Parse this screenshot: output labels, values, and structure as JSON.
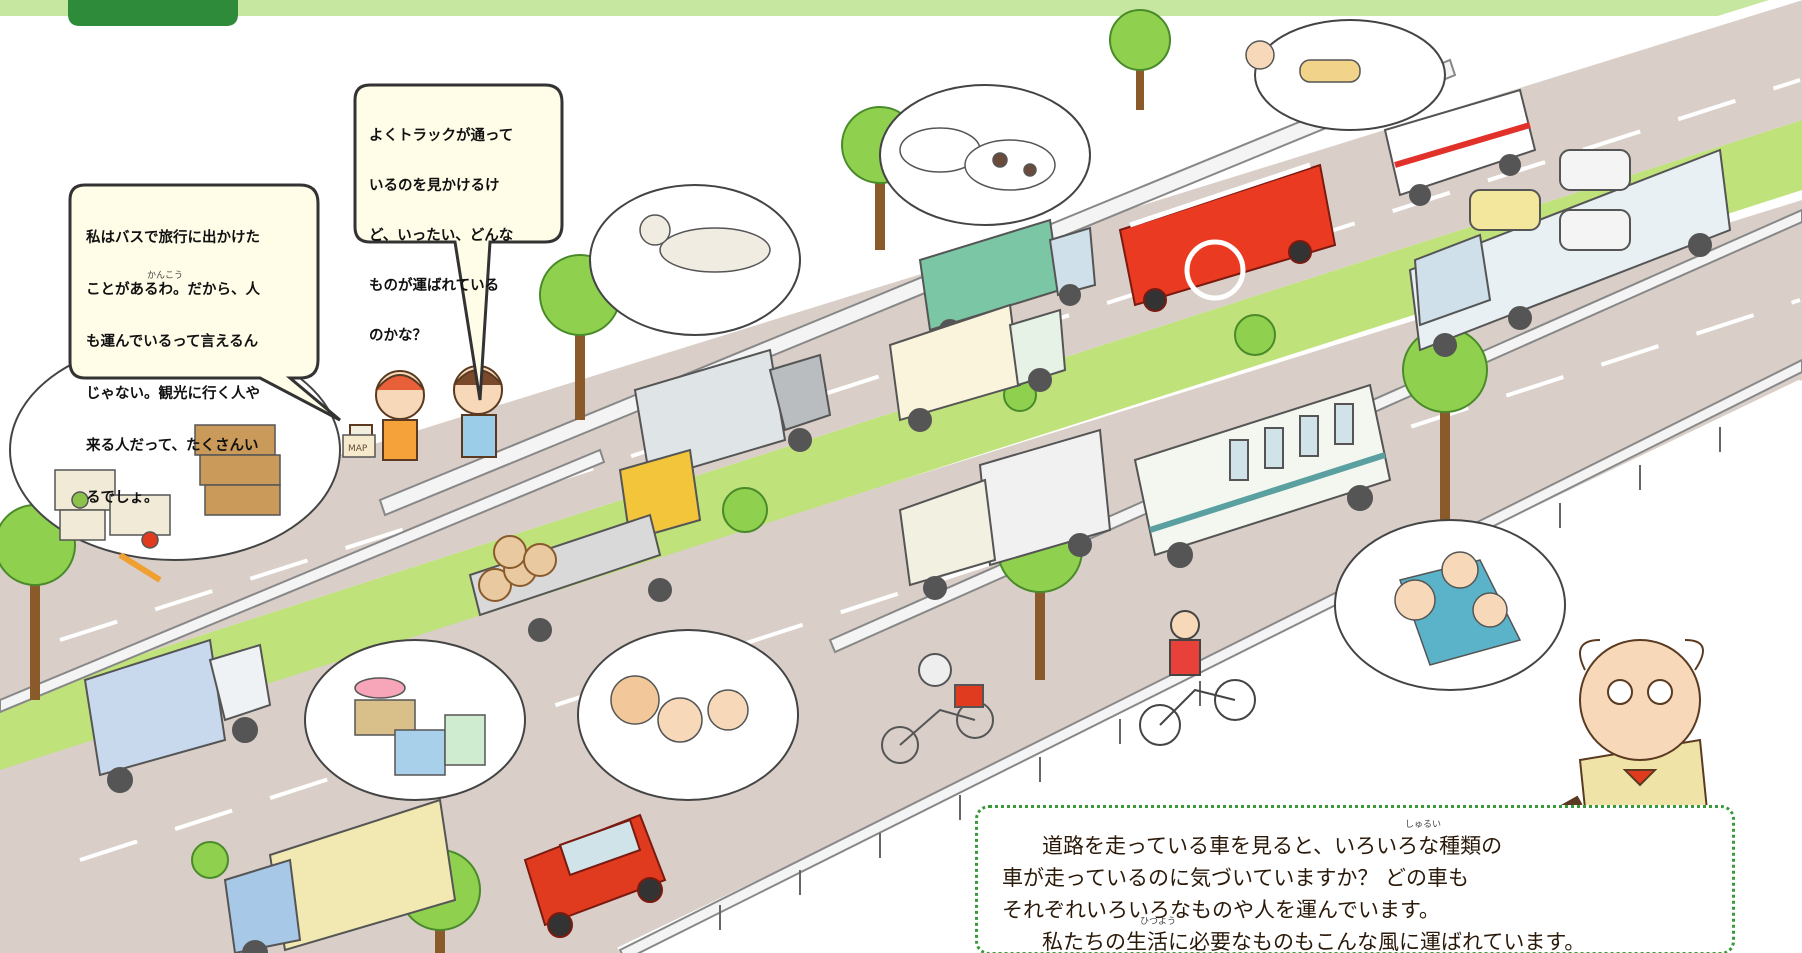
{
  "speech": {
    "girl": "私はバスで旅行に出かけたことがあるわ。だから、人も運んでいるって言えるんじゃない。観光に行く人や来る人だって、たくさんいるでしょ。",
    "boy": "よくトラックが通っているのを見かけるけど、いったい、どんなものが運ばれているのかな？"
  },
  "speech_lines": {
    "girl": [
      "私はバスで旅行に出かけた",
      "ことがあるわ。だから、人",
      "も運んでいるって言えるん",
      "じゃない。観光に行く人や",
      "来る人だって、たくさんい",
      "るでしょ。"
    ],
    "boy": [
      "よくトラックが通って",
      "いるのを見かけるけ",
      "ど、いったい、どんな",
      "ものが運ばれている",
      "のかな？"
    ]
  },
  "ruby": {
    "kanko": "かんこう",
    "shurui": "しゅるい",
    "hitsuyo": "ひつよう"
  },
  "map_label": "MAP",
  "note": {
    "lines": [
      "道路を走っている車を見ると、いろいろな種類の",
      "車が走っているのに気づいていますか？ どの車も",
      "それぞれいろいろなものや人を運んでいます。",
      "私たちの生活に必要なものもこんな風に運ばれています。"
    ]
  },
  "colors": {
    "road": "#d9cfc8",
    "median": "#bfe27a",
    "header": "#c6e7a0",
    "badge": "#2e8b3a",
    "note_border": "#3a9a3a",
    "fire_truck": "#ea3a22",
    "car": "#e03a1f",
    "ambulance_stripe": "#e2312a"
  }
}
